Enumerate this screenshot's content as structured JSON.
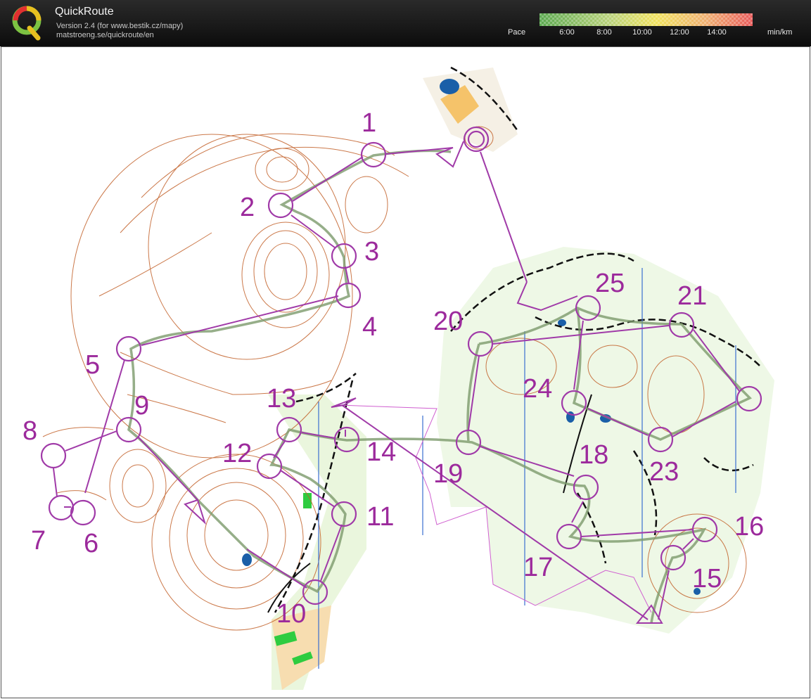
{
  "header": {
    "app_title": "QuickRoute",
    "version": "Version 2.4  (for www.bestik.cz/mapy)",
    "url": "matstroeng.se/quickroute/en",
    "logo_letter": "Q",
    "pace_label": "Pace",
    "pace_ticks": [
      "6:00",
      "8:00",
      "10:00",
      "12:00",
      "14:00"
    ],
    "pace_unit": "min/km"
  },
  "colors": {
    "course": "#a03aa8",
    "route": "#7c9a6b",
    "contour": "#c2612a",
    "forest_green": "#b6e39a",
    "water": "#1a5fa8",
    "open_land": "#f5c36a"
  },
  "course": {
    "controls": [
      {
        "number": "1"
      },
      {
        "number": "2"
      },
      {
        "number": "3"
      },
      {
        "number": "4"
      },
      {
        "number": "5"
      },
      {
        "number": "6"
      },
      {
        "number": "7"
      },
      {
        "number": "8"
      },
      {
        "number": "9"
      },
      {
        "number": "10"
      },
      {
        "number": "11"
      },
      {
        "number": "12"
      },
      {
        "number": "13"
      },
      {
        "number": "14"
      },
      {
        "number": "15"
      },
      {
        "number": "16"
      },
      {
        "number": "17"
      },
      {
        "number": "18"
      },
      {
        "number": "19"
      },
      {
        "number": "20"
      },
      {
        "number": "21"
      },
      {
        "number": "23"
      },
      {
        "number": "24"
      },
      {
        "number": "25"
      }
    ]
  }
}
